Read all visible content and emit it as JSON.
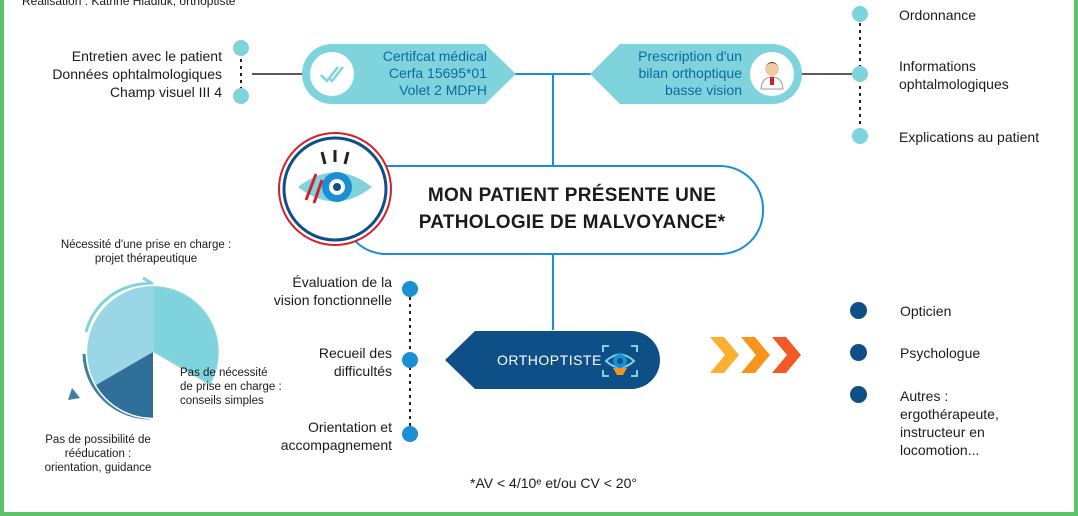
{
  "credit": "Réalisation : Katrine Hladiuk, orthoptiste",
  "left_top_items": [
    "Entretien avec le patient",
    "Données ophtalmologiques",
    "Champ visuel III 4"
  ],
  "certificat": [
    "Certifcat médical",
    "Cerfa 15695*01",
    "Volet 2 MDPH"
  ],
  "prescription": [
    "Prescription d'un",
    "bilan orthoptique",
    "basse vision"
  ],
  "right_top_items": [
    "Ordonnance",
    "Informations ophtalmologiques",
    "Explications au patient"
  ],
  "center_title": [
    "MON PATIENT PRÉSENTE UNE",
    "PATHOLOGIE DE MALVOYANCE*"
  ],
  "cycle": {
    "top": [
      "Nécessité d'une prise en charge :",
      "projet thérapeutique"
    ],
    "right": [
      "Pas de nécessité",
      "de prise en charge :",
      "conseils simples"
    ],
    "bottom": [
      "Pas de possibilité de",
      "rééducation :",
      "orientation, guidance"
    ]
  },
  "mid_left_items": [
    [
      "Évaluation de la",
      "vision fonctionnelle"
    ],
    [
      "Recueil des",
      "difficultés"
    ],
    [
      "Orientation et",
      "accompagnement"
    ]
  ],
  "orthoptiste_label": "ORTHOPTISTE",
  "right_bottom_items": [
    "Opticien",
    "Psychologue",
    "Autres :",
    "ergothérapeute,",
    "instructeur en",
    "locomotion..."
  ],
  "footnote": "*AV < 4/10ᵉ et/ou CV < 20°",
  "colors": {
    "light_teal": "#7fd3dd",
    "dark_blue": "#0e4f88",
    "mid_blue": "#1a8fd4",
    "red": "#d32027",
    "orange": "#f7941d",
    "frame_green": "#5cc26b"
  },
  "icons": [
    "check-icon",
    "doctor-icon",
    "eye-icon",
    "eye-screen-icon",
    "chevron-arrows-icon"
  ]
}
